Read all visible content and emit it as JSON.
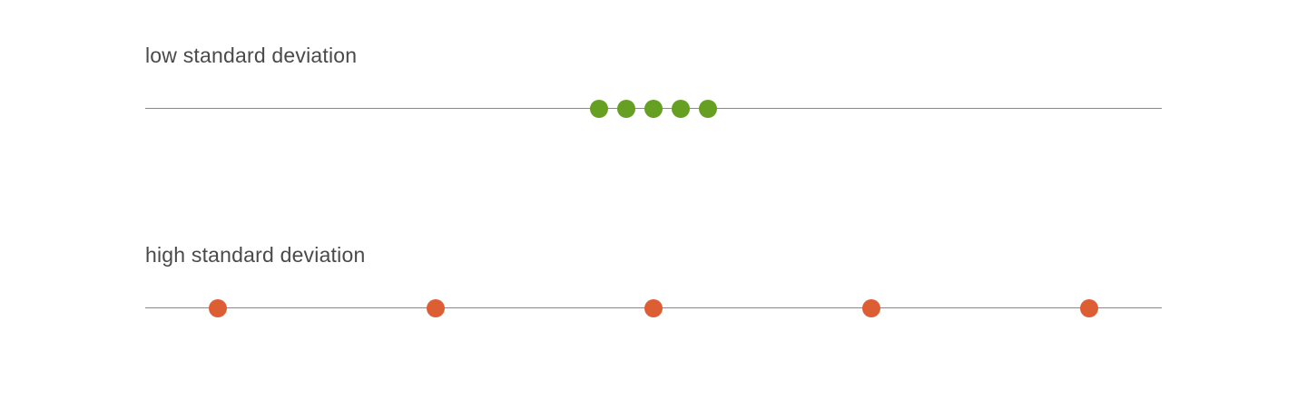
{
  "colors": {
    "label_text": "#4a4a4a",
    "low_dots": "#65a022",
    "high_dots": "#dd5e32"
  },
  "panels": [
    {
      "label": "low standard deviation",
      "dot_color": "#65a022",
      "points": [
        0.4464,
        0.4732,
        0.5,
        0.5268,
        0.5536
      ]
    },
    {
      "label": "high standard deviation",
      "dot_color": "#dd5e32",
      "points": [
        0.0714,
        0.2857,
        0.5,
        0.7143,
        0.9286
      ]
    }
  ]
}
